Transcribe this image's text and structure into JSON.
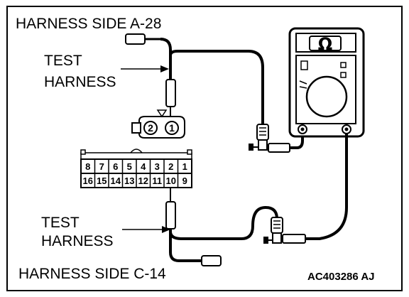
{
  "labels": {
    "top_title": "HARNESS SIDE A-28",
    "bottom_title": "HARNESS SIDE C-14",
    "test_harness_top_line1": "TEST",
    "test_harness_top_line2": "HARNESS",
    "test_harness_bottom_line1": "TEST",
    "test_harness_bottom_line2": "HARNESS",
    "figure_code": "AC403286 AJ"
  },
  "meter": {
    "symbol": "Ω"
  },
  "connector_a28": {
    "pins": [
      "2",
      "1"
    ]
  },
  "connector_c14": {
    "row1": [
      "8",
      "7",
      "6",
      "5",
      "4",
      "3",
      "2",
      "1"
    ],
    "row2": [
      "16",
      "15",
      "14",
      "13",
      "12",
      "11",
      "10",
      "9"
    ]
  },
  "icons": {
    "multimeter": "ohmmeter-icon",
    "probe": "test-probe-icon",
    "arrow": "pointer-arrow-icon"
  }
}
